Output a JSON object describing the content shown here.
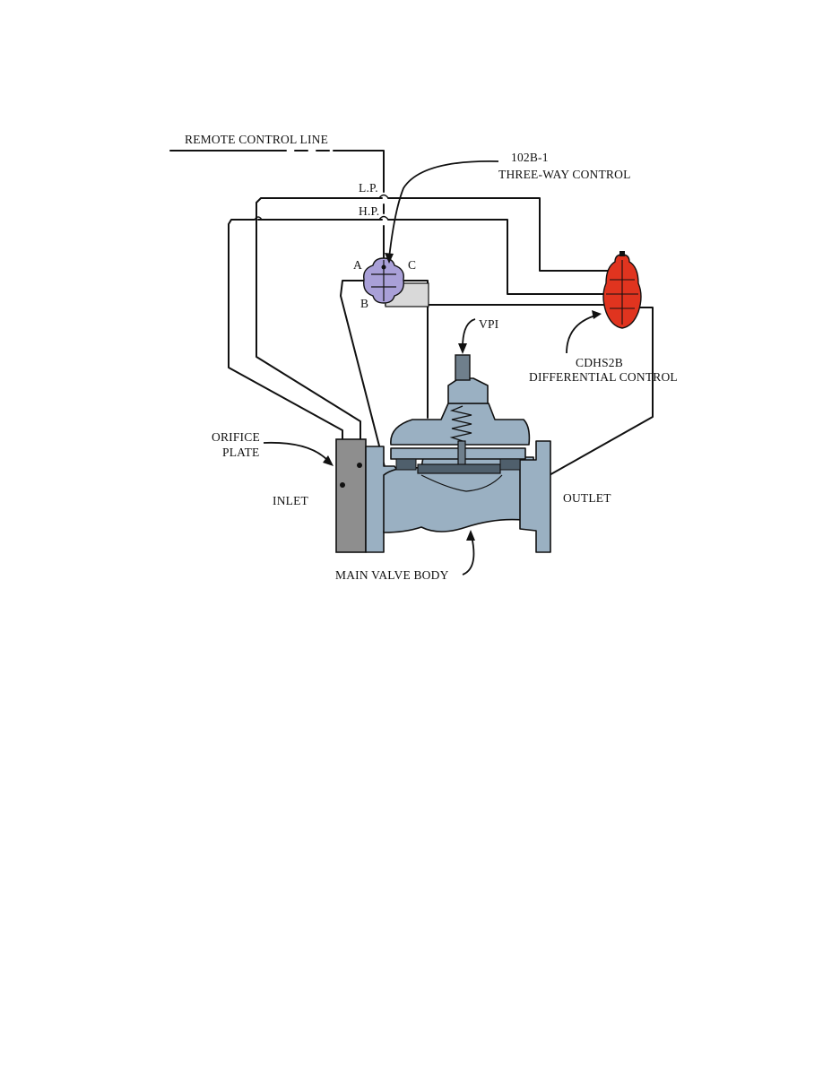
{
  "diagram": {
    "labels": {
      "remote_control_line": "REMOTE CONTROL LINE",
      "control_102b1_line1": "102B-1",
      "control_102b1_line2": "THREE-WAY CONTROL",
      "lp": "L.P.",
      "hp": "H.P.",
      "port_a": "A",
      "port_b": "B",
      "port_c": "C",
      "vpi": "VPI",
      "cdhs2b_line1": "CDHS2B",
      "cdhs2b_line2": "DIFFERENTIAL CONTROL",
      "orifice_line1": "ORIFICE",
      "orifice_line2": "PLATE",
      "inlet": "INLET",
      "outlet": "OUTLET",
      "main_valve_body": "MAIN VALVE BODY"
    },
    "colors": {
      "valve_body": "#9ab0c2",
      "three_way_control": "#a9a0d8",
      "differential_control": "#e0341f",
      "orifice_plate": "#8e8e8e",
      "line": "#111111"
    }
  }
}
